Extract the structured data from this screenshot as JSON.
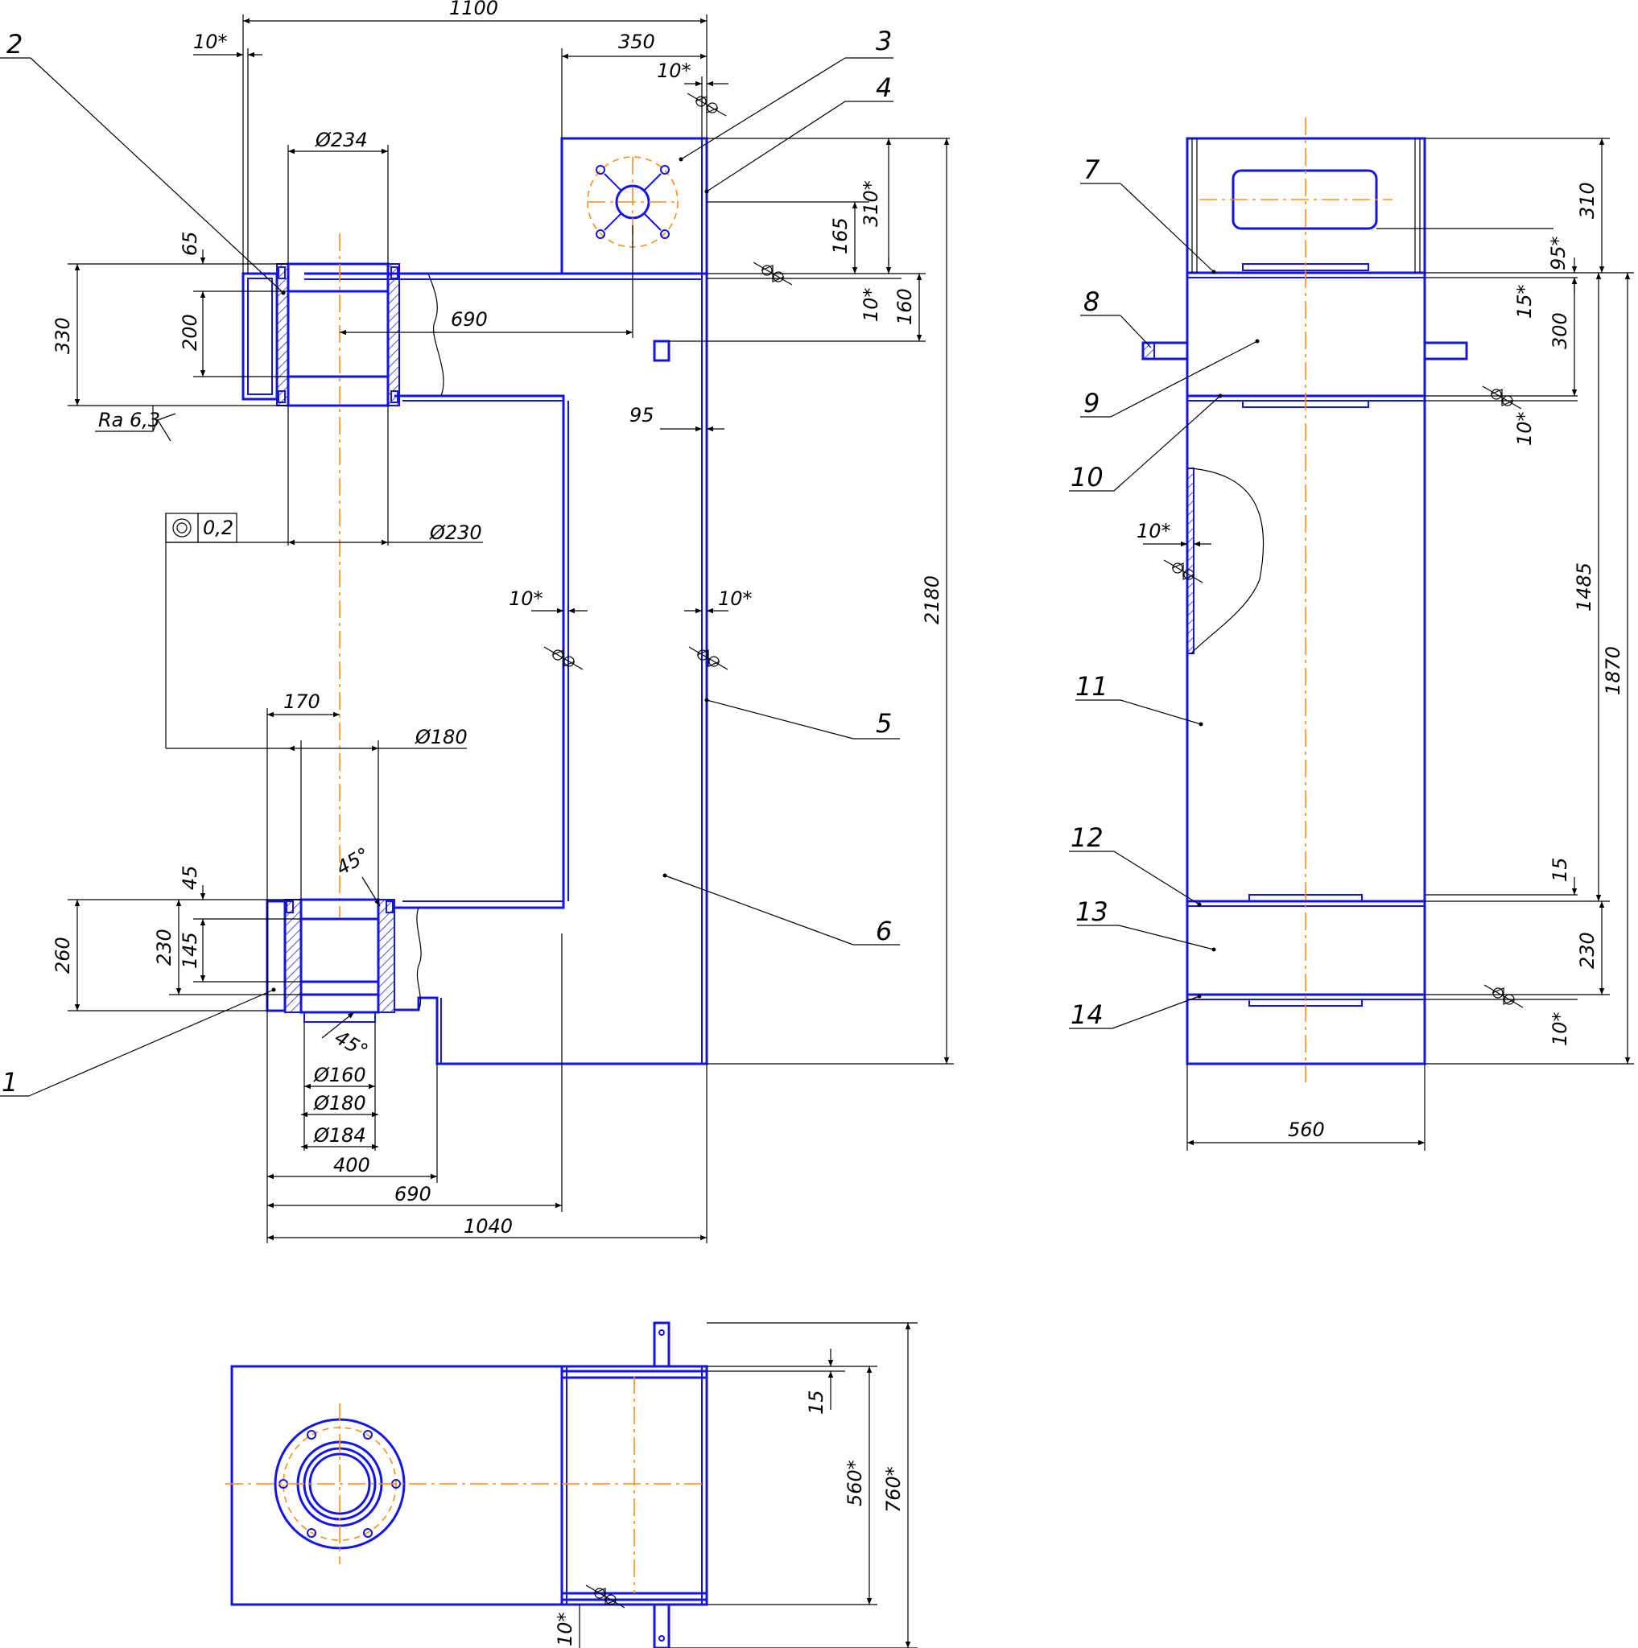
{
  "colors": {
    "outline": "#1414e6",
    "axis": "#ff8c1a",
    "dimension": "#000000"
  },
  "dims": {
    "d1100": "1100",
    "d10a": "10*",
    "d350": "350",
    "d10b": "10*",
    "dD234": "Ø234",
    "d310s": "310*",
    "d165": "165",
    "d10c": "10*",
    "d160": "160",
    "d65": "65",
    "d200": "200",
    "d330": "330",
    "d690a": "690",
    "d95": "95",
    "dRa": "Ra 6,3",
    "d02": "0,2",
    "dD230": "Ø230",
    "d10d": "10*",
    "d10e": "10*",
    "d2180": "2180",
    "d170": "170",
    "dD180a": "Ø180",
    "d45a": "45",
    "d45deg1": "45°",
    "d230a": "230",
    "d145": "145",
    "d260": "260",
    "d45deg2": "45°",
    "dD160": "Ø160",
    "dD180b": "Ø180",
    "dD184": "Ø184",
    "d400": "400",
    "d690b": "690",
    "d1040": "1040",
    "r310": "310",
    "r95s": "95*",
    "r15s": "15*",
    "r300": "300",
    "r10a": "10*",
    "r1485": "1485",
    "r1870": "1870",
    "r10b": "10*",
    "r15": "15",
    "r230": "230",
    "r10c": "10*",
    "r560": "560",
    "b15": "15",
    "b560s": "560*",
    "b760s": "760*",
    "b10s": "10*"
  },
  "labels": {
    "p1": "1",
    "p2": "2",
    "p3": "3",
    "p4": "4",
    "p5": "5",
    "p6": "6",
    "p7": "7",
    "p8": "8",
    "p9": "9",
    "p10": "10",
    "p11": "11",
    "p12": "12",
    "p13": "13",
    "p14": "14"
  },
  "symbols": {
    "weld": "weld-symbol",
    "concentricity": "concentricity-icon",
    "surface": "surface-finish-icon"
  }
}
